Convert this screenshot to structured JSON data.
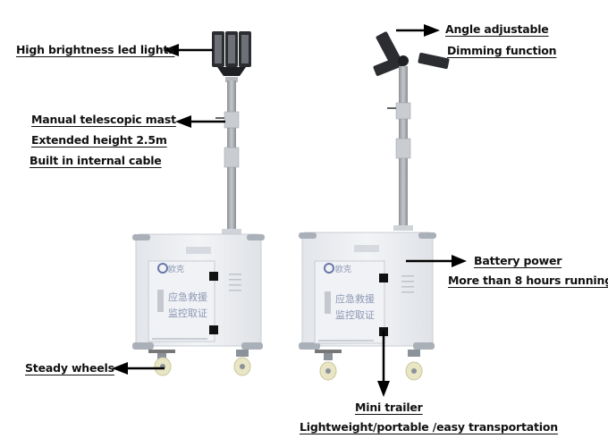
{
  "diagram": {
    "subject": "Mobile emergency lighting tower",
    "units": [
      {
        "id": "left-unit",
        "state": "lights folded upright (3-panel LED head)",
        "cabinet": {
          "brand_text": "欧克",
          "door_text_line1": "应急救援",
          "door_text_line2": "监控取证"
        }
      },
      {
        "id": "right-unit",
        "state": "lights unfolded (3-arm adjustable LED head)",
        "cabinet": {
          "brand_text": "欧克",
          "door_text_line1": "应急救援",
          "door_text_line2": "监控取证"
        }
      }
    ],
    "annotations": {
      "led_lights": "High brightness led lights",
      "mast_1": "Manual telescopic mast",
      "mast_2": "Extended height 2.5m",
      "mast_3": "Built in internal cable",
      "angle": "Angle adjustable",
      "dimming": "Dimming function",
      "battery_1": "Battery power",
      "battery_2": "More than 8 hours running",
      "wheels": "Steady wheels",
      "trailer_1": "Mini trailer",
      "trailer_2": "Lightweight/portable /easy transportation"
    },
    "colors": {
      "cabinet": "#eef0f3",
      "cabinet_shade": "#d9dde3",
      "mast": "#a9adb2",
      "led_head": "#2b2d30",
      "wheel": "#e8e6c4",
      "arrow": "#000000",
      "text": "#111111"
    }
  }
}
